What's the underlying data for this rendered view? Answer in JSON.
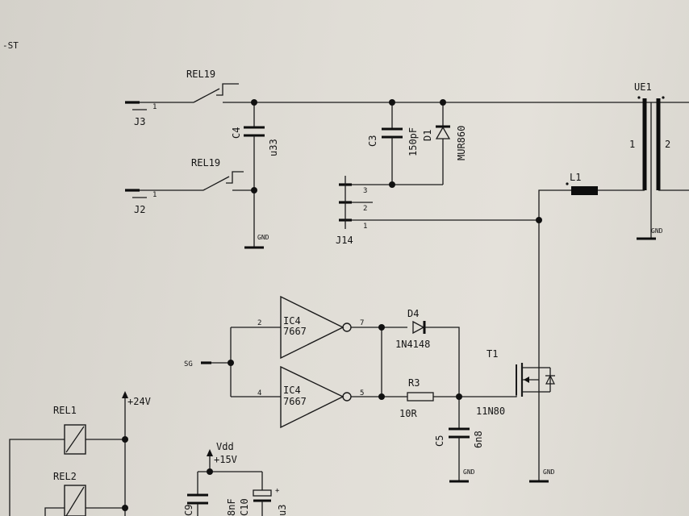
{
  "corner_text": "-ST",
  "components": {
    "rel19_top": "REL19",
    "rel19_bot": "REL19",
    "j3": "J3",
    "j2": "J2",
    "j3_pin": "1",
    "j2_pin": "1",
    "c4": "C4",
    "c4_value": "u33",
    "c3": "C3",
    "c3_value": "150pF",
    "d1": "D1",
    "d1_value": "MUR860",
    "j14": "J14",
    "j14_pin3": "3",
    "j14_pin2": "2",
    "j14_pin1": "1",
    "ue1": "UE1",
    "ue1_pin1": "1",
    "ue1_pin2": "2",
    "l1": "L1",
    "ic4_top": "IC4",
    "ic4_top_part": "7667",
    "ic4_top_in": "2",
    "ic4_top_out": "7",
    "ic4_bot": "IC4",
    "ic4_bot_part": "7667",
    "ic4_bot_in": "4",
    "ic4_bot_out": "5",
    "d4": "D4",
    "d4_value": "1N4148",
    "r3": "R3",
    "r3_value": "10R",
    "c5": "C5",
    "c5_value": "6n8",
    "t1": "T1",
    "t1_value": "11N80",
    "sg": "SG",
    "rel1": "REL1",
    "rel2": "REL2",
    "v24": "+24V",
    "vdd": "Vdd",
    "v15": "+15V",
    "c9": "C9",
    "c9_value": "8nF",
    "c10": "C10",
    "c10_value": "u3",
    "c10_plus": "+"
  },
  "gnd": {
    "c4": "GND",
    "ue1": "GND",
    "c5": "GND",
    "t1": "GND"
  }
}
